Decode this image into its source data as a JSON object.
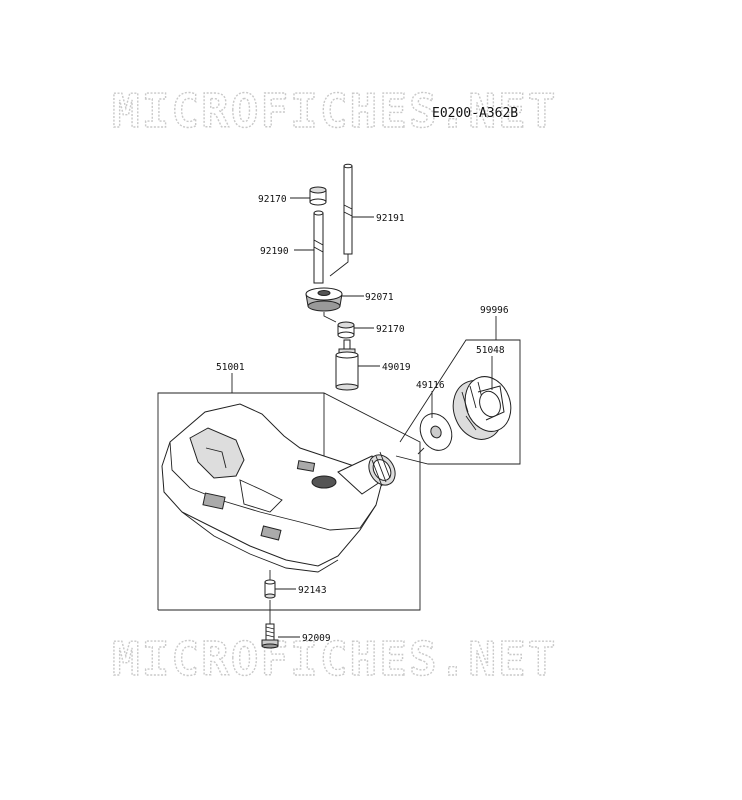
{
  "watermark": {
    "text": "MICROFICHES.NET"
  },
  "diagram_code": "E0200-A362B",
  "callouts": {
    "p92170_top": "92170",
    "p92191": "92191",
    "p92190": "92190",
    "p92071": "92071",
    "p92170_mid": "92170",
    "p99996": "99996",
    "p51048": "51048",
    "p51001": "51001",
    "p49019": "49019",
    "p49116": "49116",
    "p92143": "92143",
    "p92009": "92009"
  },
  "colors": {
    "line": "#222222",
    "part_fill": "#ffffff",
    "shade": "#bdbdbd",
    "watermark": "#c9c9c9"
  }
}
